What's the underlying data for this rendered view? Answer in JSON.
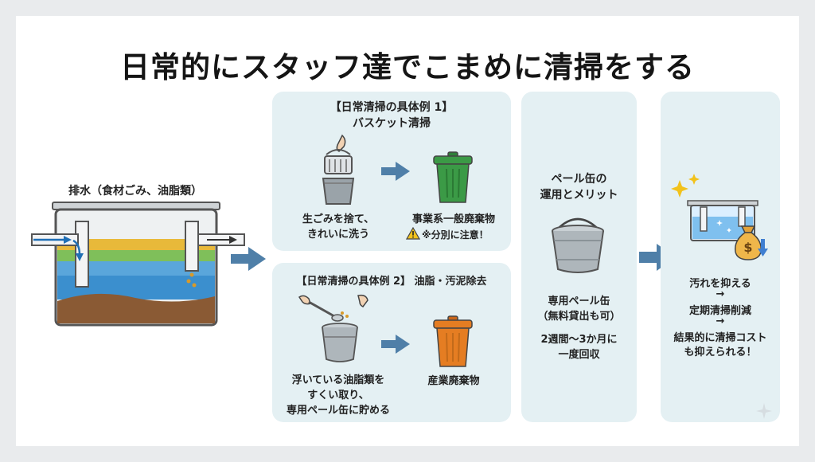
{
  "title": "日常的にスタッフ達でこまめに清掃をする",
  "trap": {
    "label": "排水（食材ごみ、油脂類）"
  },
  "example1": {
    "heading_line1": "【日常清掃の具体例 1】",
    "heading_line2": "バスケット清掃",
    "action_line1": "生ごみを捨て、",
    "action_line2": "きれいに洗う",
    "result": "事業系一般廃棄物",
    "warning": "※分別に注意！"
  },
  "example2": {
    "heading": "【日常清掃の具体例 2】 油脂・汚泥除去",
    "action_line1": "浮いている油脂類を",
    "action_line2": "すくい取り、",
    "action_line3": "専用ペール缶に貯める",
    "result": "産業廃棄物"
  },
  "pail": {
    "heading_line1": "ペール缶の",
    "heading_line2": "運用とメリット",
    "name_line1": "専用ペール缶",
    "name_line2": "（無料貸出も可）",
    "collect_line1": "2週間〜3か月に",
    "collect_line2": "一度回収"
  },
  "benefit": {
    "line1": "汚れを抑える",
    "arrow1": "→",
    "line2": "定期清掃削減",
    "arrow2": "→",
    "line3": "結果的に清掃コスト",
    "line4": "も抑えられる！"
  },
  "colors": {
    "panel": "#e4f0f3",
    "arrow": "#4f7fa8",
    "bin_green": "#3b9a46",
    "bin_orange": "#e57d22",
    "water": "#3b8fce",
    "grease": "#e8b93a",
    "sludge": "#8a5a34"
  }
}
